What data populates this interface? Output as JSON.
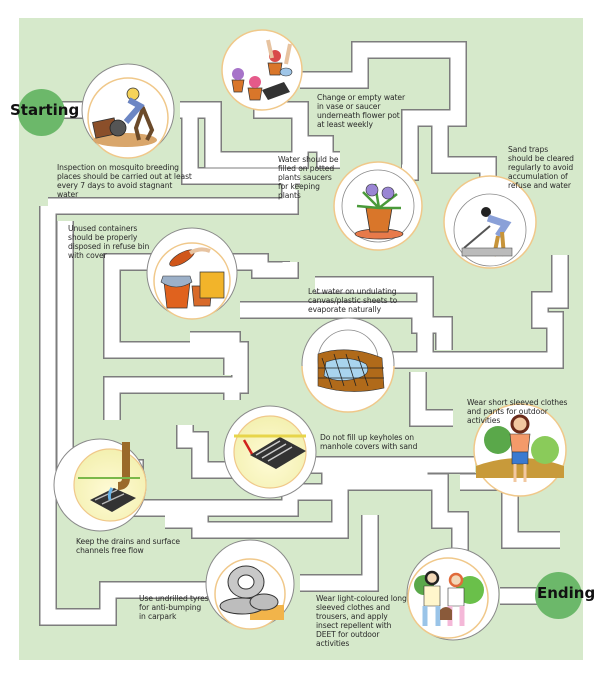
{
  "title": "Mosquito prevention maze",
  "start_label": "Starting",
  "end_label": "Ending",
  "colors": {
    "panel": "#d6e9cb",
    "path": "#ffffff",
    "path_border": "#7a7a7a",
    "endpoint": "#6cb86a",
    "circle_ring": "#f2c98e"
  },
  "steps": [
    {
      "id": "inspection",
      "icon": "worker-inspecting-icon",
      "text": "Inspection on mosquito breeding places should be carried out at least every 7 days to avoid stagnant water"
    },
    {
      "id": "flower-pot",
      "icon": "flower-pots-icon",
      "text": "Change or empty water in vase or saucer underneath flower pot at least weekly"
    },
    {
      "id": "plant-saucer",
      "icon": "potted-plant-icon",
      "text": "Water should be filled on potted plants saucers for keeping plants"
    },
    {
      "id": "sand-traps",
      "icon": "man-clearing-sand-trap-icon",
      "text": "Sand traps should be cleared regularly to avoid accumulation of refuse and water"
    },
    {
      "id": "containers",
      "icon": "refuse-bins-icon",
      "text": "Unused containers should be properly disposed in refuse bin with cover"
    },
    {
      "id": "canvas",
      "icon": "canvas-sheet-icon",
      "text": "Let water on undulating canvas/plastic sheets to evaporate naturally"
    },
    {
      "id": "short-sleeves",
      "icon": "woman-short-sleeves-icon",
      "text": "Wear short sleeved clothes and pants for outdoor activities"
    },
    {
      "id": "manhole",
      "icon": "manhole-cover-icon",
      "text": "Do not fill up keyholes on manhole covers with sand"
    },
    {
      "id": "drains",
      "icon": "drain-pipe-icon",
      "text": "Keep the drains and surface channels free flow"
    },
    {
      "id": "tyres",
      "icon": "tyres-icon",
      "text": "Use undrilled tyres for anti-bumping in carpark"
    },
    {
      "id": "long-sleeves",
      "icon": "couple-long-sleeves-icon",
      "text": "Wear light-coloured long sleeved clothes and trousers, and apply insect repellent with DEET for outdoor activities"
    }
  ]
}
